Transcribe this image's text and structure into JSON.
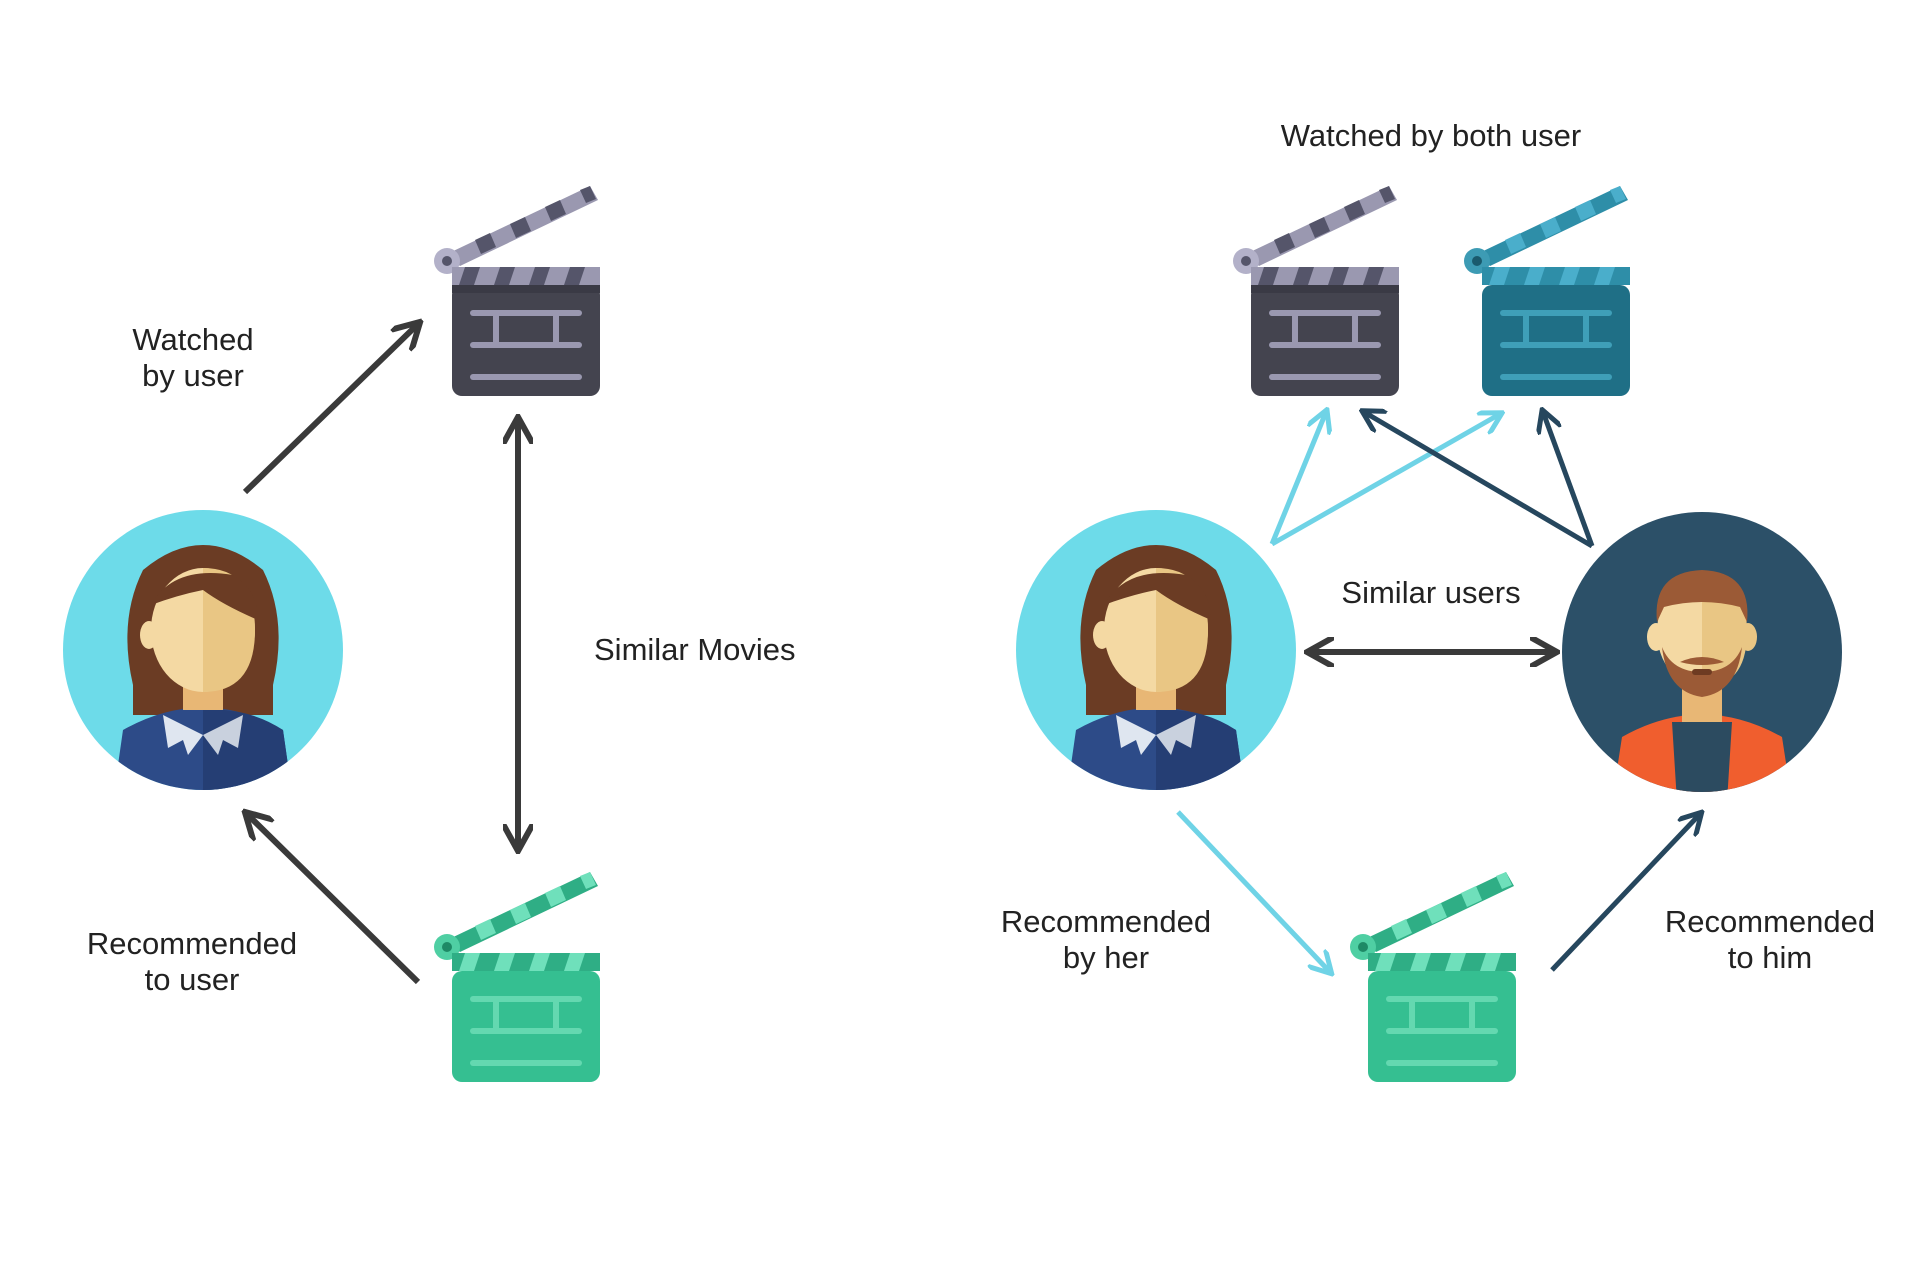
{
  "left_panel": {
    "label_watched": [
      "Watched",
      "by user"
    ],
    "label_similar": "Similar Movies",
    "label_recommended": [
      "Recommended",
      "to user"
    ]
  },
  "right_panel": {
    "label_watched_both": "Watched by both user",
    "label_similar_users": "Similar users",
    "label_recommended_her": [
      "Recommended",
      "by her"
    ],
    "label_recommended_him": [
      "Recommended",
      "to him"
    ]
  },
  "colors": {
    "dark_arrow": "#3a3a3a",
    "navy_arrow": "#26475e",
    "light_arrow": "#6fd3e6",
    "clapper_dark": "#44444f",
    "clapper_teal": "#1f6f86",
    "clapper_green": "#35bf91",
    "woman_circle": "#6ddbe9",
    "man_circle": "#2c5068"
  },
  "icons": [
    "woman-avatar-icon",
    "man-avatar-icon",
    "clapperboard-icon"
  ]
}
